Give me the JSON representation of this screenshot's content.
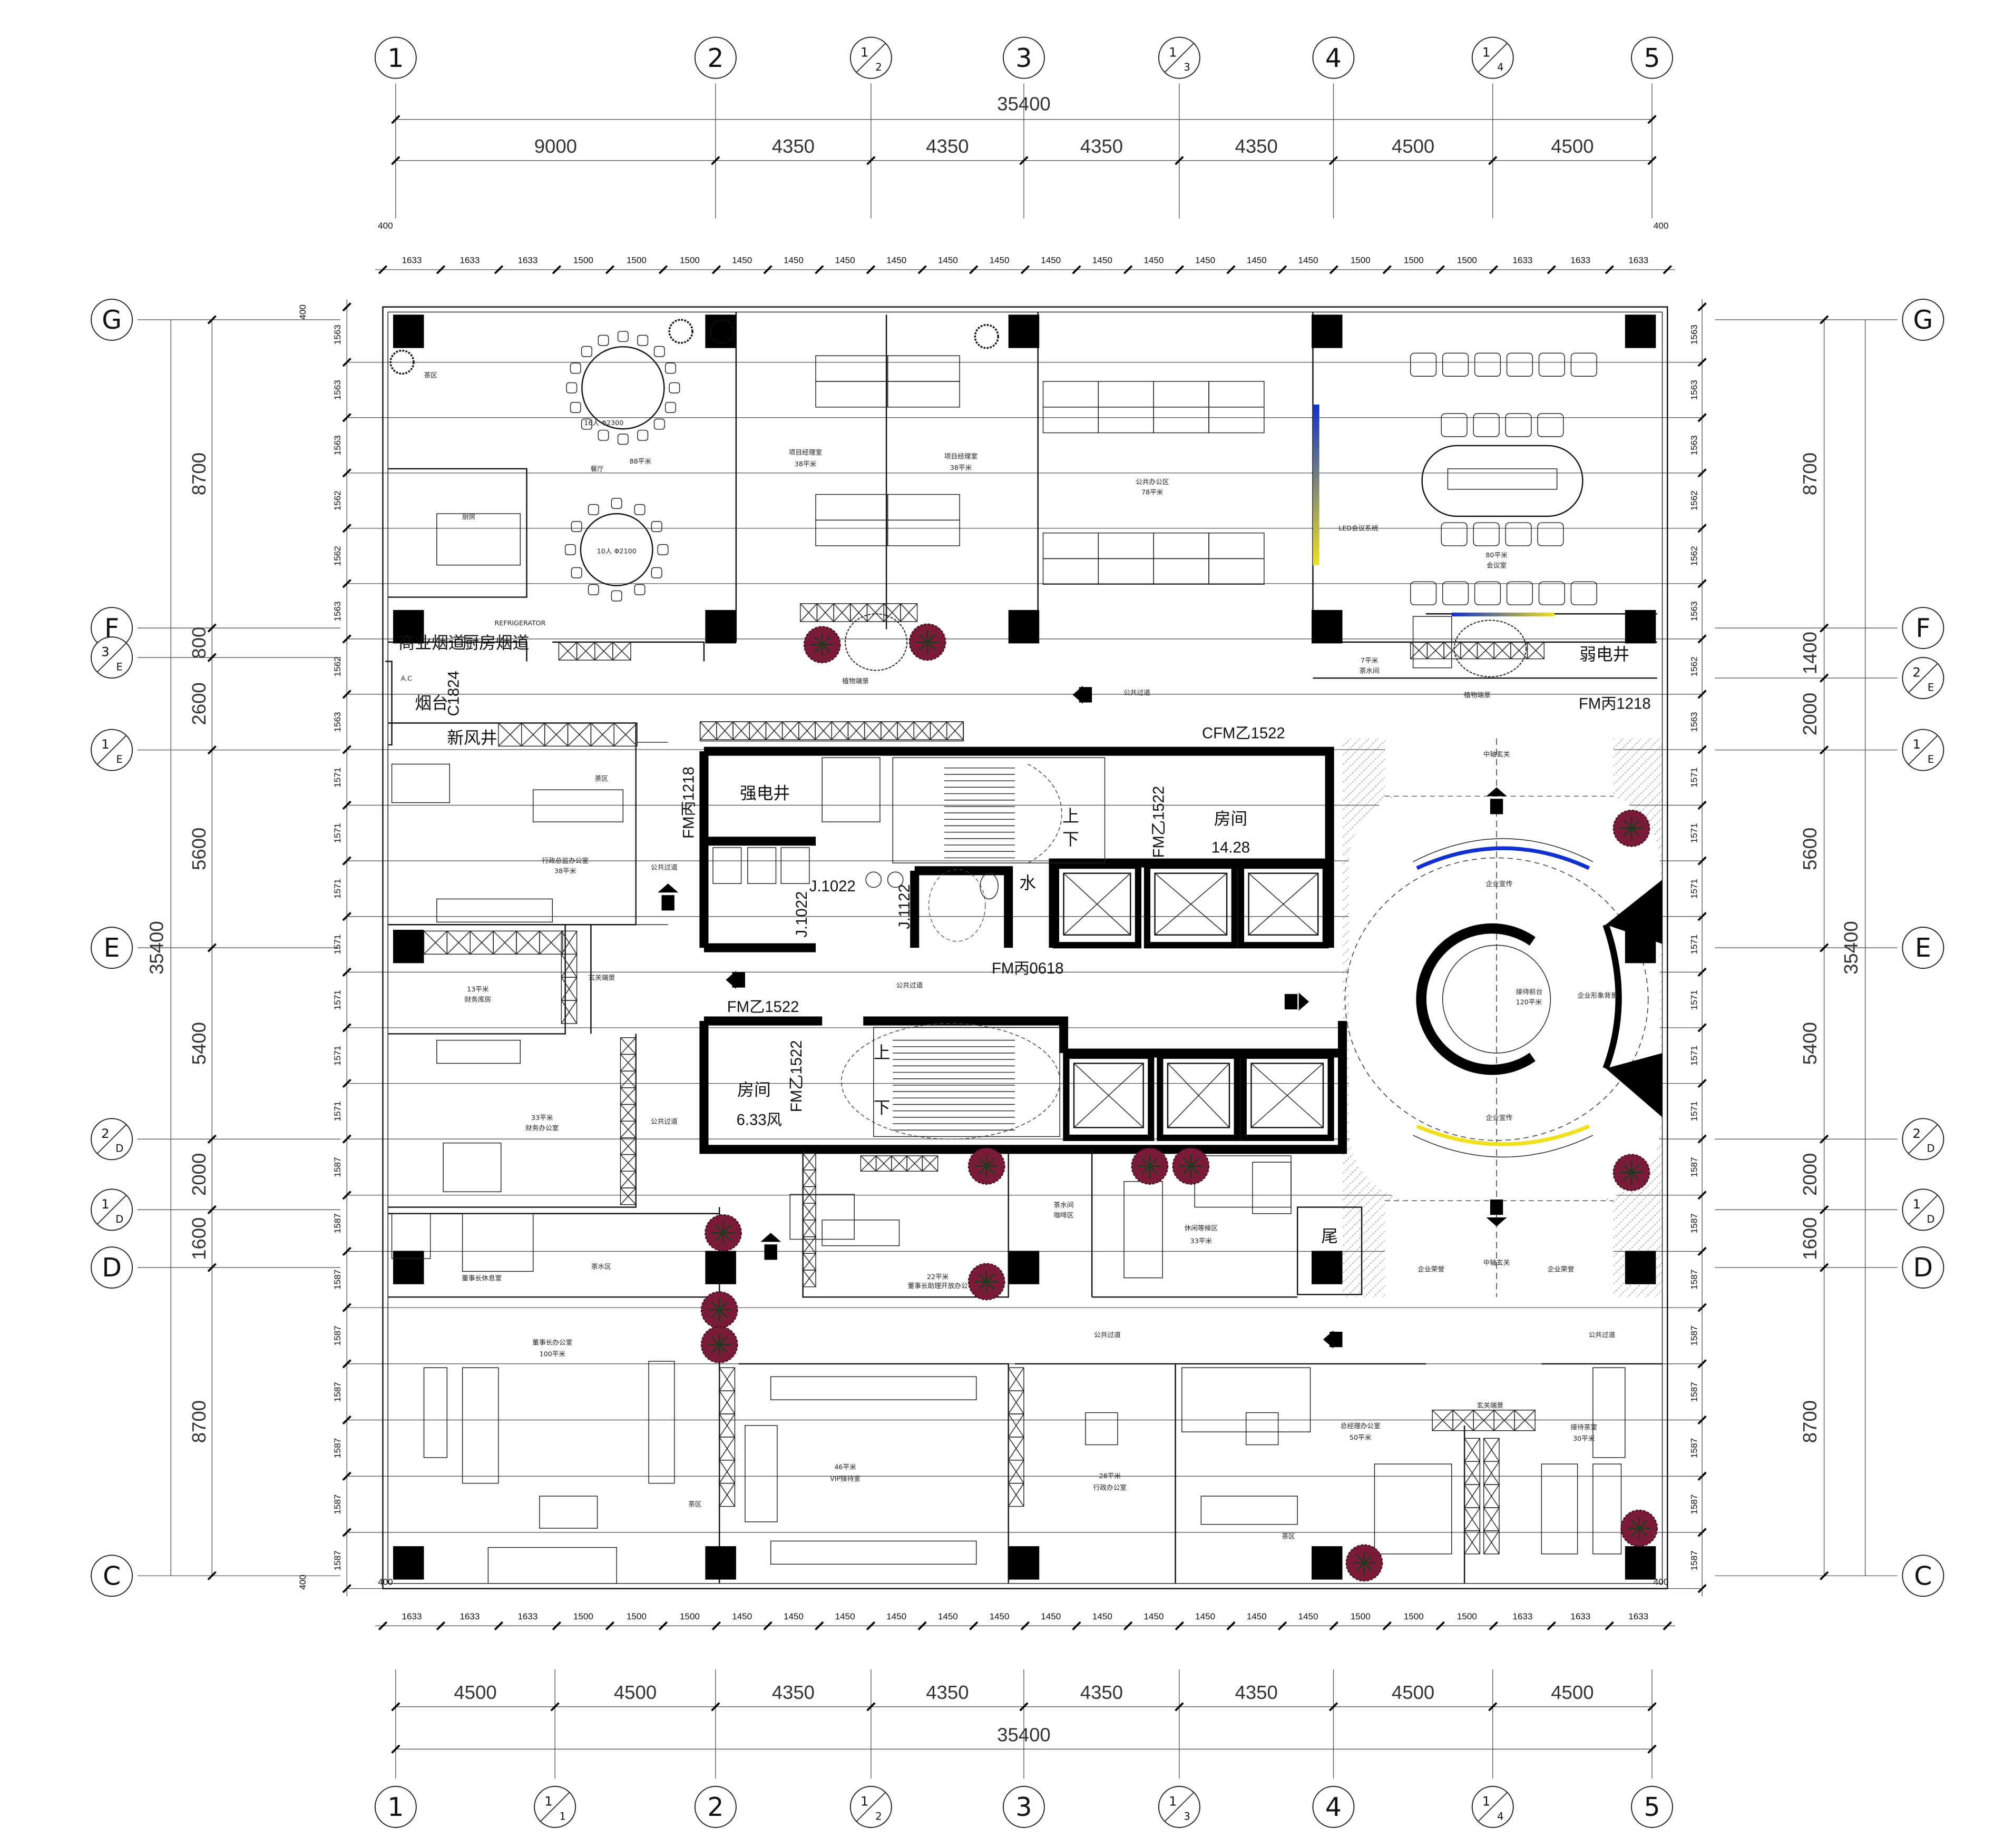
{
  "axes": {
    "top": [
      {
        "a": "1"
      },
      {
        "a": "2"
      },
      {
        "a": "1",
        "b": "2"
      },
      {
        "a": "3"
      },
      {
        "a": "1",
        "b": "3"
      },
      {
        "a": "4"
      },
      {
        "a": "1",
        "b": "4"
      },
      {
        "a": "5"
      }
    ],
    "bottom": [
      {
        "a": "1"
      },
      {
        "a": "1",
        "b": "1"
      },
      {
        "a": "2"
      },
      {
        "a": "1",
        "b": "2"
      },
      {
        "a": "3"
      },
      {
        "a": "1",
        "b": "3"
      },
      {
        "a": "4"
      },
      {
        "a": "1",
        "b": "4"
      },
      {
        "a": "5"
      }
    ],
    "left": [
      {
        "a": "G"
      },
      {
        "a": "F"
      },
      {
        "a": "3",
        "b": "E"
      },
      {
        "a": "1",
        "b": "E"
      },
      {
        "a": "E"
      },
      {
        "a": "2",
        "b": "D"
      },
      {
        "a": "1",
        "b": "D"
      },
      {
        "a": "D"
      },
      {
        "a": "C"
      }
    ],
    "right": [
      {
        "a": "G"
      },
      {
        "a": "F"
      },
      {
        "a": "2",
        "b": "E"
      },
      {
        "a": "1",
        "b": "E"
      },
      {
        "a": "E"
      },
      {
        "a": "2",
        "b": "D"
      },
      {
        "a": "1",
        "b": "D"
      },
      {
        "a": "D"
      },
      {
        "a": "C"
      }
    ]
  },
  "dims": {
    "total_horizontal": "35400",
    "total_vertical": "35400",
    "edge_offset": "400",
    "top_major": [
      "9000",
      "4350",
      "4350",
      "4350",
      "4350",
      "4500",
      "4500"
    ],
    "bottom_major": [
      "4500",
      "4500",
      "4350",
      "4350",
      "4350",
      "4350",
      "4500",
      "4500"
    ],
    "left_major": [
      "8700",
      "800",
      "2600",
      "5600",
      "5400",
      "2000",
      "1600",
      "8700"
    ],
    "right_major": [
      "8700",
      "1400",
      "2000",
      "5600",
      "5400",
      "2000",
      "1600",
      "8700"
    ],
    "horizontal_minor": [
      "1633",
      "1633",
      "1633",
      "1500",
      "1500",
      "1500",
      "1450",
      "1450",
      "1450",
      "1450",
      "1450",
      "1450",
      "1450",
      "1450",
      "1450",
      "1450",
      "1450",
      "1450",
      "1500",
      "1500",
      "1500",
      "1633",
      "1633",
      "1633"
    ],
    "vertical_minor": [
      "1563",
      "1563",
      "1563",
      "1562",
      "1562",
      "1563",
      "1562",
      "1563",
      "1571",
      "1571",
      "1571",
      "1571",
      "1571",
      "1571",
      "1571",
      "1587",
      "1587",
      "1587",
      "1587",
      "1587",
      "1587",
      "1587",
      "1587"
    ]
  },
  "rooms": {
    "tea_area_1": "茶区",
    "dining_area": "88平米",
    "dining_name": "餐厅",
    "table16": "16人 Φ2300",
    "table10": "10人 Φ2100",
    "kitchen": "厨房",
    "flue_commercial": "商业烟道",
    "flue_kitchen": "厨房烟道",
    "pm_office_1": [
      "项目经理室",
      "38平米"
    ],
    "pm_office_2": [
      "项目经理室",
      "38平米"
    ],
    "open_office": [
      "公共办公区",
      "78平米"
    ],
    "led_system": "LED会议系统",
    "meeting_room": [
      "80平米",
      "会议室"
    ],
    "pantry_small": [
      "7平米",
      "茶水间"
    ],
    "plant_feature": "植物端景",
    "weak_shaft": "弱电井",
    "balcony": "烟台",
    "fresh_air_shaft": "新风井",
    "ac": "A.C",
    "tea_area_2": "茶区",
    "admin_director": [
      "行政总监办公室",
      "38平米"
    ],
    "finance_store": [
      "13平米",
      "财务库房"
    ],
    "entrance_feature": "玄关端景",
    "finance_office": [
      "33平米",
      "财务办公室"
    ],
    "corridor": "公共过道",
    "strong_shaft": "强电井",
    "water": "水",
    "room_a": "房间",
    "room_a_area": "14.28",
    "room_b": "房间",
    "room_b_area": "6.33风",
    "up": "上",
    "down": "下",
    "axis_entry": "中轴玄关",
    "promo": "企业宣传",
    "reception": [
      "接待前台",
      "120平米"
    ],
    "brand_wall": "企业形象背景",
    "honor": "企业荣誉",
    "tail": "尾",
    "pantry_cafe": [
      "茶水间",
      "咖啡区"
    ],
    "lounge": [
      "休闲等候区",
      "33平米"
    ],
    "assistant": [
      "22平米",
      "董事长助理开放办公"
    ],
    "chair_rest": "董事长休息室",
    "tea_zone": "茶水区",
    "chair_office": [
      "董事长办公室",
      "100平米"
    ],
    "tea_area_3": "茶区",
    "vip": [
      "46平米",
      "VIP接待室"
    ],
    "admin_office": [
      "28平米",
      "行政办公室"
    ],
    "gm_office": [
      "总经理办公室",
      "50平米"
    ],
    "tea_room": [
      "接待茶室",
      "30平米"
    ],
    "tea_area_4": "茶区",
    "refrigerator": "REFRIGERATOR"
  },
  "doors": {
    "fm_1218_a": "FM丙1218",
    "fm_1218_b": "FM丙1218",
    "c1824": "C1824",
    "cfm_1522": "CFM乙1522",
    "fm_1522_a": "FM乙1522",
    "fm_1522_b": "FM乙1522",
    "fm_1522_c": "FM乙1522",
    "fm_0618": "FM丙0618",
    "j1022_a": "J.1022",
    "j1022_b": "J.1022",
    "j1122": "J.1122"
  },
  "colors": {
    "plant": "#7a1c38",
    "led_blue": "#1030d0",
    "led_yellow": "#f0e020",
    "column": "#000000"
  }
}
